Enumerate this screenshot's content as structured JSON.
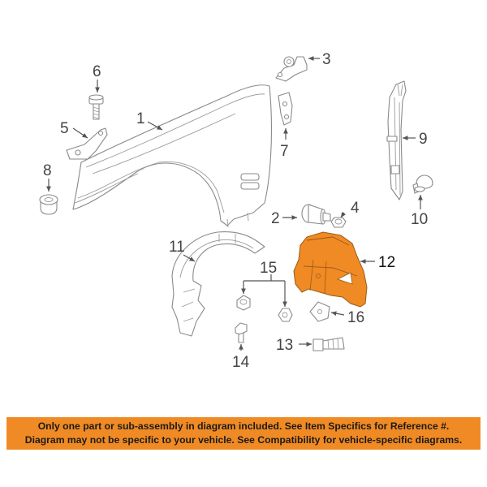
{
  "callouts": {
    "n1": "1",
    "n2": "2",
    "n3": "3",
    "n4": "4",
    "n5": "5",
    "n6": "6",
    "n7": "7",
    "n8": "8",
    "n9": "9",
    "n10": "10",
    "n11": "11",
    "n12": "12",
    "n13": "13",
    "n14": "14",
    "n15": "15",
    "n16": "16"
  },
  "highlighted_part": {
    "number": "12",
    "color": "#f08a24"
  },
  "banner": {
    "line1": "Only one part or sub-assembly in diagram included. See Item Specifics for Reference #.",
    "line2": "Diagram may not be specific to your vehicle. See Compatibility for vehicle-specific diagrams.",
    "background": "#f08a24"
  }
}
